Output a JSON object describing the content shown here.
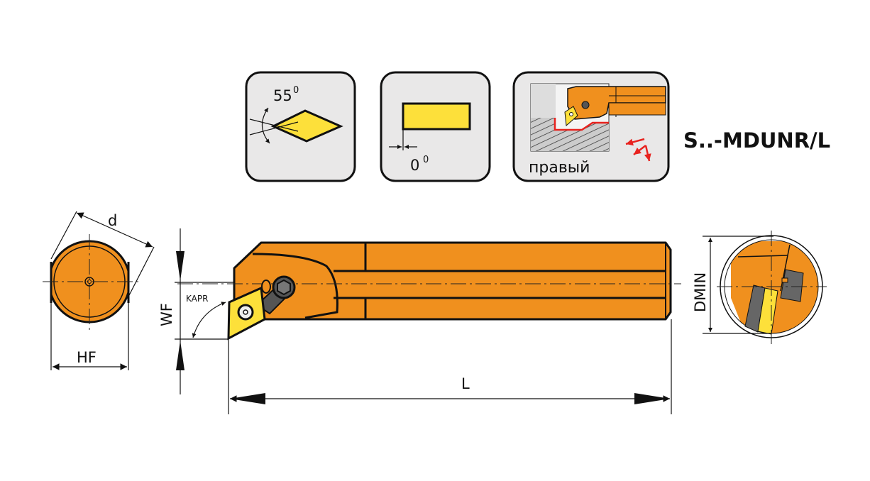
{
  "icons": {
    "insert_shape": {
      "angle_value": "55",
      "angle_unit": "0",
      "icon": "diamond-insert-icon"
    },
    "clearance": {
      "angle_value": "0",
      "angle_unit": "0",
      "icon": "clearance-angle-icon"
    },
    "hand": {
      "label": "правый",
      "icon": "right-hand-boring-icon"
    }
  },
  "title": "S..-MDUNR/L",
  "dimensions": {
    "d": "d",
    "hf": "HF",
    "wf": "WF",
    "kapr": "KAPR",
    "l": "L",
    "dmin": "DMIN"
  },
  "colors": {
    "body": "#f0901e",
    "insert": "#fde03a",
    "panel": "#e9e8e8",
    "arrows": "#e8231f"
  }
}
